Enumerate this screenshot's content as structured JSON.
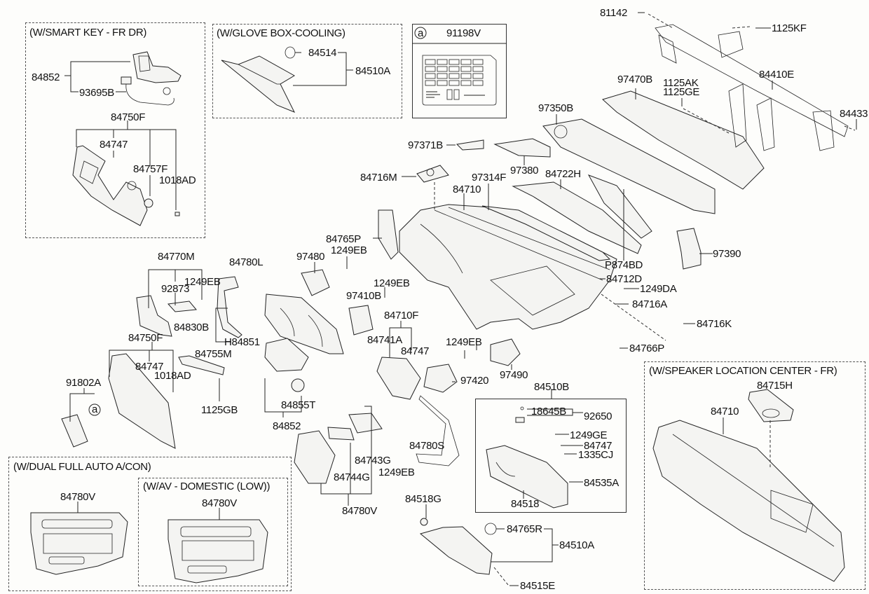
{
  "diagram": {
    "type": "exploded parts diagram - instrument panel (crash pad)",
    "insets": {
      "smart_key": "(W/SMART KEY - FR DR)",
      "glove_box_cooling": "(W/GLOVE BOX-COOLING)",
      "label_box_code": "a",
      "label_box_part": "91198V",
      "dual_full_auto": "(W/DUAL FULL AUTO A/CON)",
      "av_domestic": "(W/AV - DOMESTIC (LOW))",
      "speaker_center": "(W/SPEAKER LOCATION CENTER - FR)"
    },
    "labels": {
      "sk_84852": "84852",
      "sk_93695B": "93695B",
      "sk_84750F": "84750F",
      "sk_84747": "84747",
      "sk_84757F": "84757F",
      "sk_1018AD": "1018AD",
      "gb_84514": "84514",
      "gb_84510A": "84510A",
      "p81142": "81142",
      "p1125KF": "1125KF",
      "p97470B": "97470B",
      "p1125AK": "1125AK",
      "p1125GE": "1125GE",
      "p84410E": "84410E",
      "p84433": "84433",
      "p97350B": "97350B",
      "p97371B": "97371B",
      "p97380": "97380",
      "p84716M": "84716M",
      "p97314F": "97314F",
      "p84710": "84710",
      "p84722H": "84722H",
      "p84765P": "84765P",
      "p1249EB_a": "1249EB",
      "p97480": "97480",
      "p97390": "97390",
      "pP874BD": "P874BD",
      "p84712D": "84712D",
      "p1249DA": "1249DA",
      "p84716A": "84716A",
      "p84716K": "84716K",
      "p84766P": "84766P",
      "p84770M": "84770M",
      "p92873": "92873",
      "p1249EB_b": "1249EB",
      "p84780L": "84780L",
      "p84830B": "84830B",
      "pH84851": "H84851",
      "p1249EB_c": "1249EB",
      "p97410B": "97410B",
      "p84710F": "84710F",
      "p84741A": "84741A",
      "p84747_b": "84747",
      "p1249EB_d": "1249EB",
      "p97420": "97420",
      "p97490": "97490",
      "p84750F_b": "84750F",
      "p84747_c": "84747",
      "p1018AD_b": "1018AD",
      "p84755M": "84755M",
      "p91802A": "91802A",
      "p_a_circle": "a",
      "p1125GB": "1125GB",
      "p84855T": "84855T",
      "p84852_b": "84852",
      "p84780S": "84780S",
      "p84743G": "84743G",
      "p84744G": "84744G",
      "p1249EB_e": "1249EB",
      "p84780V": "84780V",
      "p84510B": "84510B",
      "p18645B": "18645B",
      "p92650": "92650",
      "p1249GE": "1249GE",
      "p84747_d": "84747",
      "p1335CJ": "1335CJ",
      "p84535A": "84535A",
      "p84518": "84518",
      "p84518G": "84518G",
      "p84765R": "84765R",
      "p84510A_b": "84510A",
      "p84515E": "84515E",
      "sp84715H": "84715H",
      "sp84710": "84710",
      "dfa84780V": "84780V",
      "av84780V": "84780V"
    }
  }
}
